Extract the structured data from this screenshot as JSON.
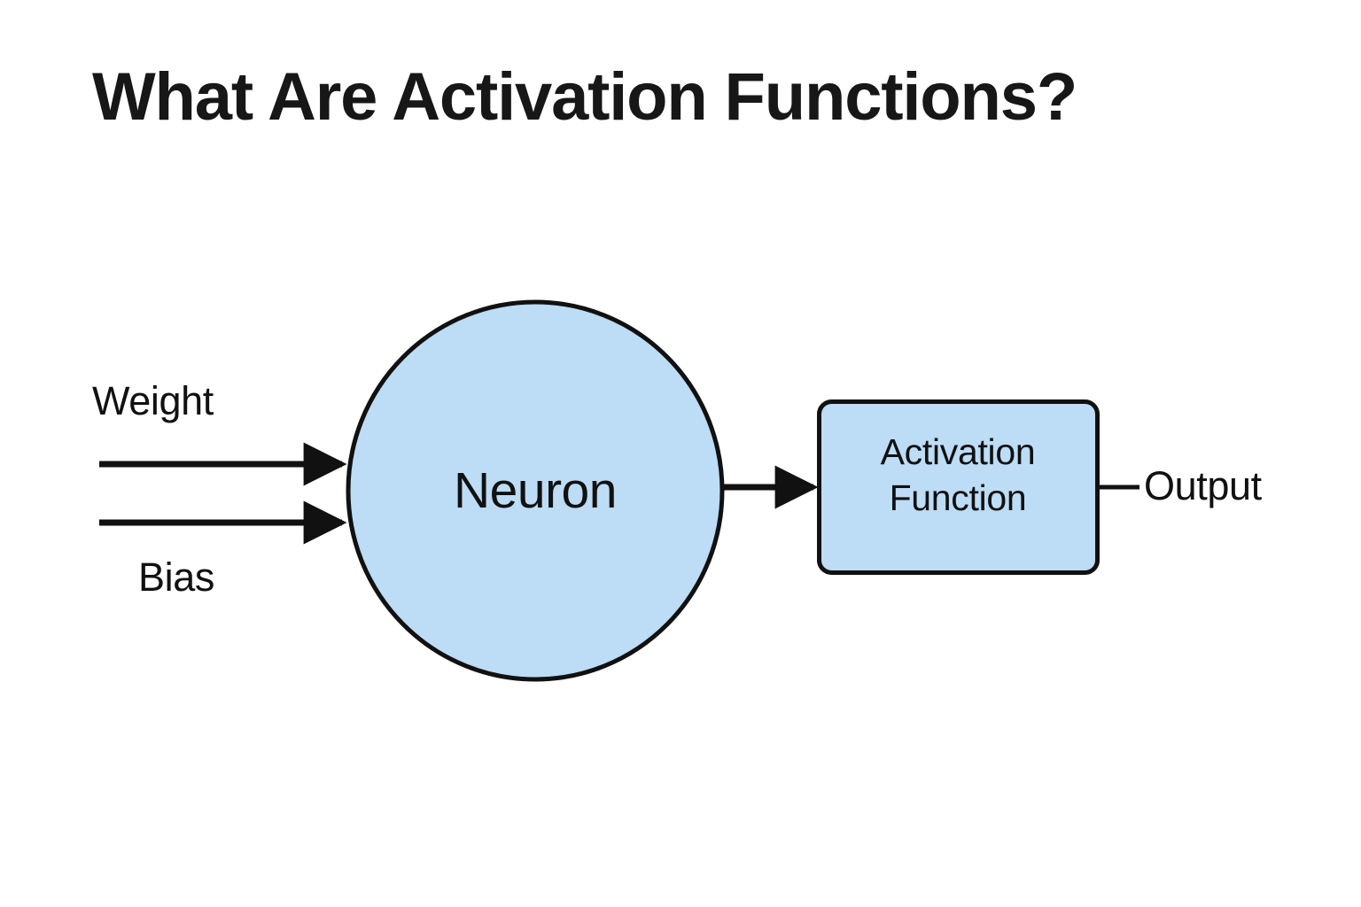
{
  "page": {
    "title": "What Are Activation Functions?",
    "background_color": "#ffffff"
  },
  "theme": {
    "shape_fill": "#bddcf5",
    "shape_stroke": "#111111",
    "text_color": "#111111",
    "title_color": "#171717"
  },
  "diagram": {
    "type": "flow-diagram",
    "nodes": [
      {
        "id": "neuron",
        "label": "Neuron",
        "shape": "circle",
        "fill": "#bddcf5",
        "stroke": "#111111"
      },
      {
        "id": "activation-function",
        "label": "Activation\nFunction",
        "shape": "rounded-rectangle",
        "fill": "#bddcf5",
        "stroke": "#111111"
      }
    ],
    "inputs": [
      {
        "id": "weight",
        "label": "Weight"
      },
      {
        "id": "bias",
        "label": "Bias"
      }
    ],
    "outputs": [
      {
        "id": "output",
        "label": "Output"
      }
    ],
    "edges": [
      {
        "from": "weight",
        "to": "neuron",
        "arrow": true
      },
      {
        "from": "bias",
        "to": "neuron",
        "arrow": true
      },
      {
        "from": "neuron",
        "to": "activation-function",
        "arrow": true
      },
      {
        "from": "activation-function",
        "to": "output",
        "arrow": false
      }
    ]
  }
}
